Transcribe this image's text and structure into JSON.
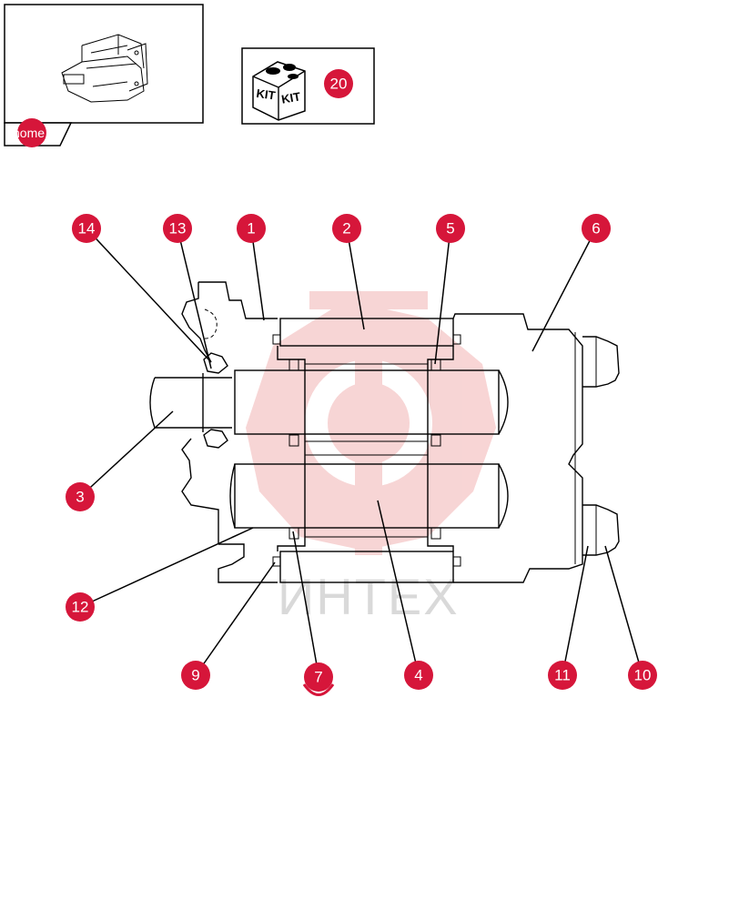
{
  "nav": {
    "home_label": "home"
  },
  "kit": {
    "label_left": "KIT",
    "label_right": "KIT",
    "callout": "20"
  },
  "watermark": {
    "text": "ИНТЕХ"
  },
  "colors": {
    "callout": "#d6163a",
    "watermark_red": "#f2b3b3",
    "watermark_text": "#d9d9d9"
  },
  "callouts": [
    {
      "id": "14",
      "label": "14"
    },
    {
      "id": "13",
      "label": "13"
    },
    {
      "id": "1",
      "label": "1"
    },
    {
      "id": "2",
      "label": "2"
    },
    {
      "id": "5",
      "label": "5"
    },
    {
      "id": "6",
      "label": "6"
    },
    {
      "id": "3",
      "label": "3"
    },
    {
      "id": "12",
      "label": "12"
    },
    {
      "id": "9",
      "label": "9"
    },
    {
      "id": "7",
      "label": "7"
    },
    {
      "id": "4",
      "label": "4"
    },
    {
      "id": "11",
      "label": "11"
    },
    {
      "id": "10",
      "label": "10"
    }
  ]
}
